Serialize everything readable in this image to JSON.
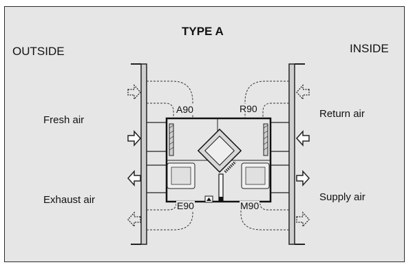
{
  "title": "TYPE A",
  "outside_label": "OUTSIDE",
  "inside_label": "INSIDE",
  "flows": {
    "fresh_air": "Fresh air",
    "exhaust_air": "Exhaust air",
    "return_air": "Return air",
    "supply_air": "Supply air"
  },
  "connectors": {
    "a": "A90",
    "r": "R90",
    "e": "E90",
    "m": "M90"
  }
}
